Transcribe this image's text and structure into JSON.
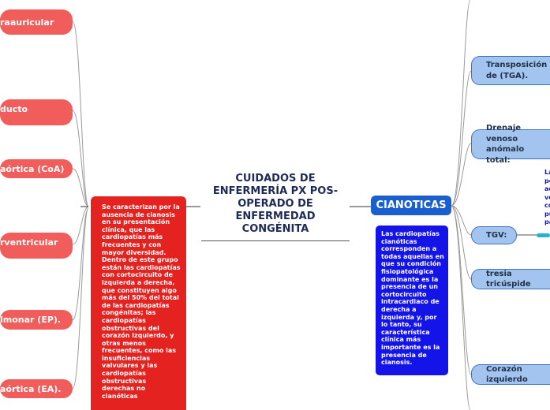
{
  "center": {
    "title": "CUIDADOS DE ENFERMERÍA PX POS-OPERADO DE ENFERMEDAD CONGÉNITA"
  },
  "left_branch": {
    "description": "Se caracterizan por la ausencia de cianosis en su presentación clínica, que las cardiopatías más frecuentes y con mayor diversidad. Dentro de este grupo están las cardiopatías con cortocircuito de izquierda a derecha, que constituyen algo más del 50% del total de las cardiopatías congénitas; las cardiopatías obstructivas del corazón izquierdo, y otras menos frecuentes, como las insuficiencias valvulares y las cardiopatías obstructivas derechas no cianóticas",
    "items": [
      {
        "label": "raauricular"
      },
      {
        "label": "ducto"
      },
      {
        "label": "aórtica (CoA)"
      },
      {
        "label": "rventricular"
      },
      {
        "label": "lmonar (EP)."
      },
      {
        "label": "aórtica (EA)."
      }
    ]
  },
  "right_branch": {
    "title": "CIANOTICAS",
    "description": "Las cardiopatías cianóticas corresponden a todas aquellas en que su condición fisiopatológica dominante es la presencia de un cortocircuito intracardiaco de derecha a izquierda y, por lo tanto, su característica clínica más importante es la presencia de cianosis.",
    "items": [
      {
        "label": "Transposición de (TGA)."
      },
      {
        "label": "Drenaje venoso anómalo total:"
      },
      {
        "label": "TGV:"
      },
      {
        "label": "tresia tricúspide"
      },
      {
        "label": "Corazón izquierdo"
      }
    ],
    "tgv_detail": "La\npo\nac\nve\nco\npu\npa"
  },
  "colors": {
    "red_node": "#f05d5b",
    "red_box": "#e42320",
    "blue_node": "#a3c4ee",
    "cianoticas": "#1a5fd0",
    "blue_box": "#1414e8",
    "center_text": "#1d2a55"
  }
}
